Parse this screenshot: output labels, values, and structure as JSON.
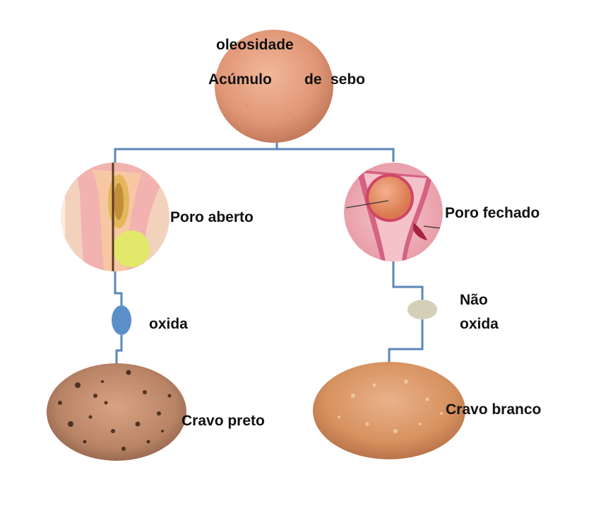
{
  "top": {
    "line1": "oleosidade",
    "line2_word1": "Acúmulo",
    "line2_word2": "de",
    "line2_word3": "sebo"
  },
  "left_branch": {
    "pore_label": "Poro aberto",
    "state_label": "oxida",
    "result_label": "Cravo preto"
  },
  "right_branch": {
    "pore_label": "Poro fechado",
    "state_line1": "Não",
    "state_line2": "oxida",
    "result_label": "Cravo branco"
  },
  "colors": {
    "connector": "#5b87b8",
    "skin_top": "#e29a7a",
    "skin_bottom_right": "#d89060",
    "blue_node": "#5b8fc9",
    "gray_node": "#d4d0b8"
  }
}
